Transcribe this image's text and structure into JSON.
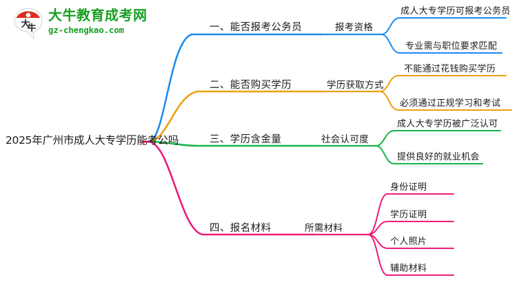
{
  "logo": {
    "mark_label": "大牛",
    "title": "大牛教育成考网",
    "domain": "gz-chengkao.com",
    "brand_color": "#18a021",
    "mark_red": "#e02b20"
  },
  "mindmap": {
    "root": {
      "label": "2025年广州市成人大专学历能考公吗"
    },
    "branches": [
      {
        "index": "1",
        "label": "一、能否报考公务员",
        "color": "#1a8cf0",
        "sub": {
          "label": "报考资格",
          "leaves": [
            {
              "label": "成人大专学历可报考公务员"
            },
            {
              "label": "专业需与职位要求匹配"
            }
          ]
        }
      },
      {
        "index": "2",
        "label": "二、能否购买学历",
        "color": "#eda010",
        "sub": {
          "label": "学历获取方式",
          "leaves": [
            {
              "label": "不能通过花钱购买学历"
            },
            {
              "label": "必须通过正规学习和考试"
            }
          ]
        }
      },
      {
        "index": "3",
        "label": "三、学历含金量",
        "color": "#14b54a",
        "sub": {
          "label": "社会认可度",
          "leaves": [
            {
              "label": "成人大专学历被广泛认可"
            },
            {
              "label": "提供良好的就业机会"
            }
          ]
        }
      },
      {
        "index": "4",
        "label": "四、报名材料",
        "color": "#ec1b7b",
        "sub": {
          "label": "所需材料",
          "leaves": [
            {
              "label": "身份证明"
            },
            {
              "label": "学历证明"
            },
            {
              "label": "个人照片"
            },
            {
              "label": "辅助材料"
            }
          ]
        }
      }
    ]
  }
}
